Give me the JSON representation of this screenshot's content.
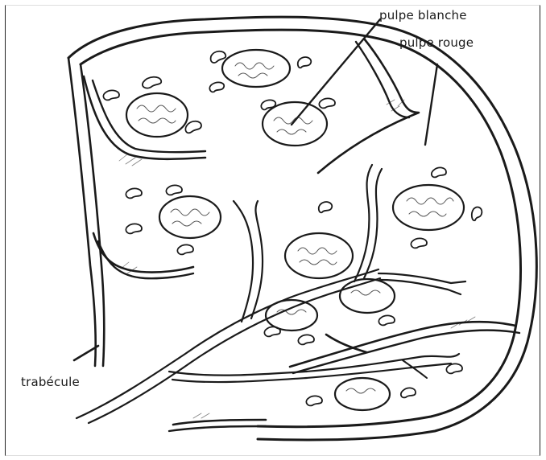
{
  "labels": {
    "pulpe_blanche": "pulpe blanche",
    "pulpe_rouge": "pulpe rouge",
    "trabecule": "trabécule"
  },
  "colors": {
    "ink": "#1a1a1a",
    "background": "#ffffff"
  }
}
